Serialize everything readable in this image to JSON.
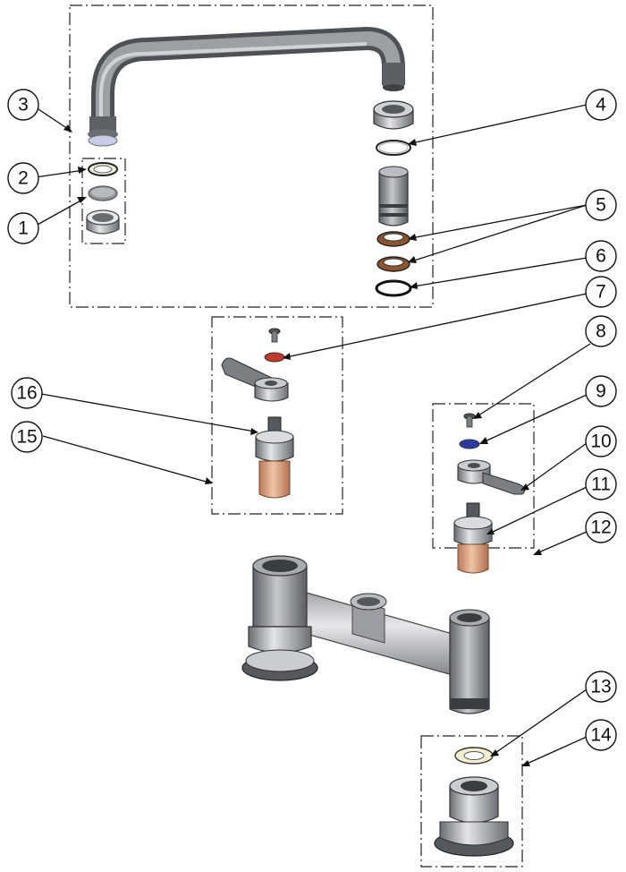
{
  "callouts": [
    {
      "id": "c1",
      "label": "1"
    },
    {
      "id": "c2",
      "label": "2"
    },
    {
      "id": "c3",
      "label": "3"
    },
    {
      "id": "c4",
      "label": "4"
    },
    {
      "id": "c5",
      "label": "5"
    },
    {
      "id": "c6",
      "label": "6"
    },
    {
      "id": "c7",
      "label": "7"
    },
    {
      "id": "c8",
      "label": "8"
    },
    {
      "id": "c9",
      "label": "9"
    },
    {
      "id": "c10",
      "label": "10"
    },
    {
      "id": "c11",
      "label": "11"
    },
    {
      "id": "c12",
      "label": "12"
    },
    {
      "id": "c13",
      "label": "13"
    },
    {
      "id": "c14",
      "label": "14"
    },
    {
      "id": "c15",
      "label": "15"
    },
    {
      "id": "c16",
      "label": "16"
    }
  ],
  "colors": {
    "metal_dark": "#6f7378",
    "metal_mid": "#9ea3a8",
    "metal_light": "#d8dcdf",
    "brass": "#c9b26a",
    "rubber_brown": "#8a5530",
    "cartridge_copper": "#d7a07e",
    "washer_red": "#c0392b",
    "washer_blue": "#2b3aa0"
  }
}
